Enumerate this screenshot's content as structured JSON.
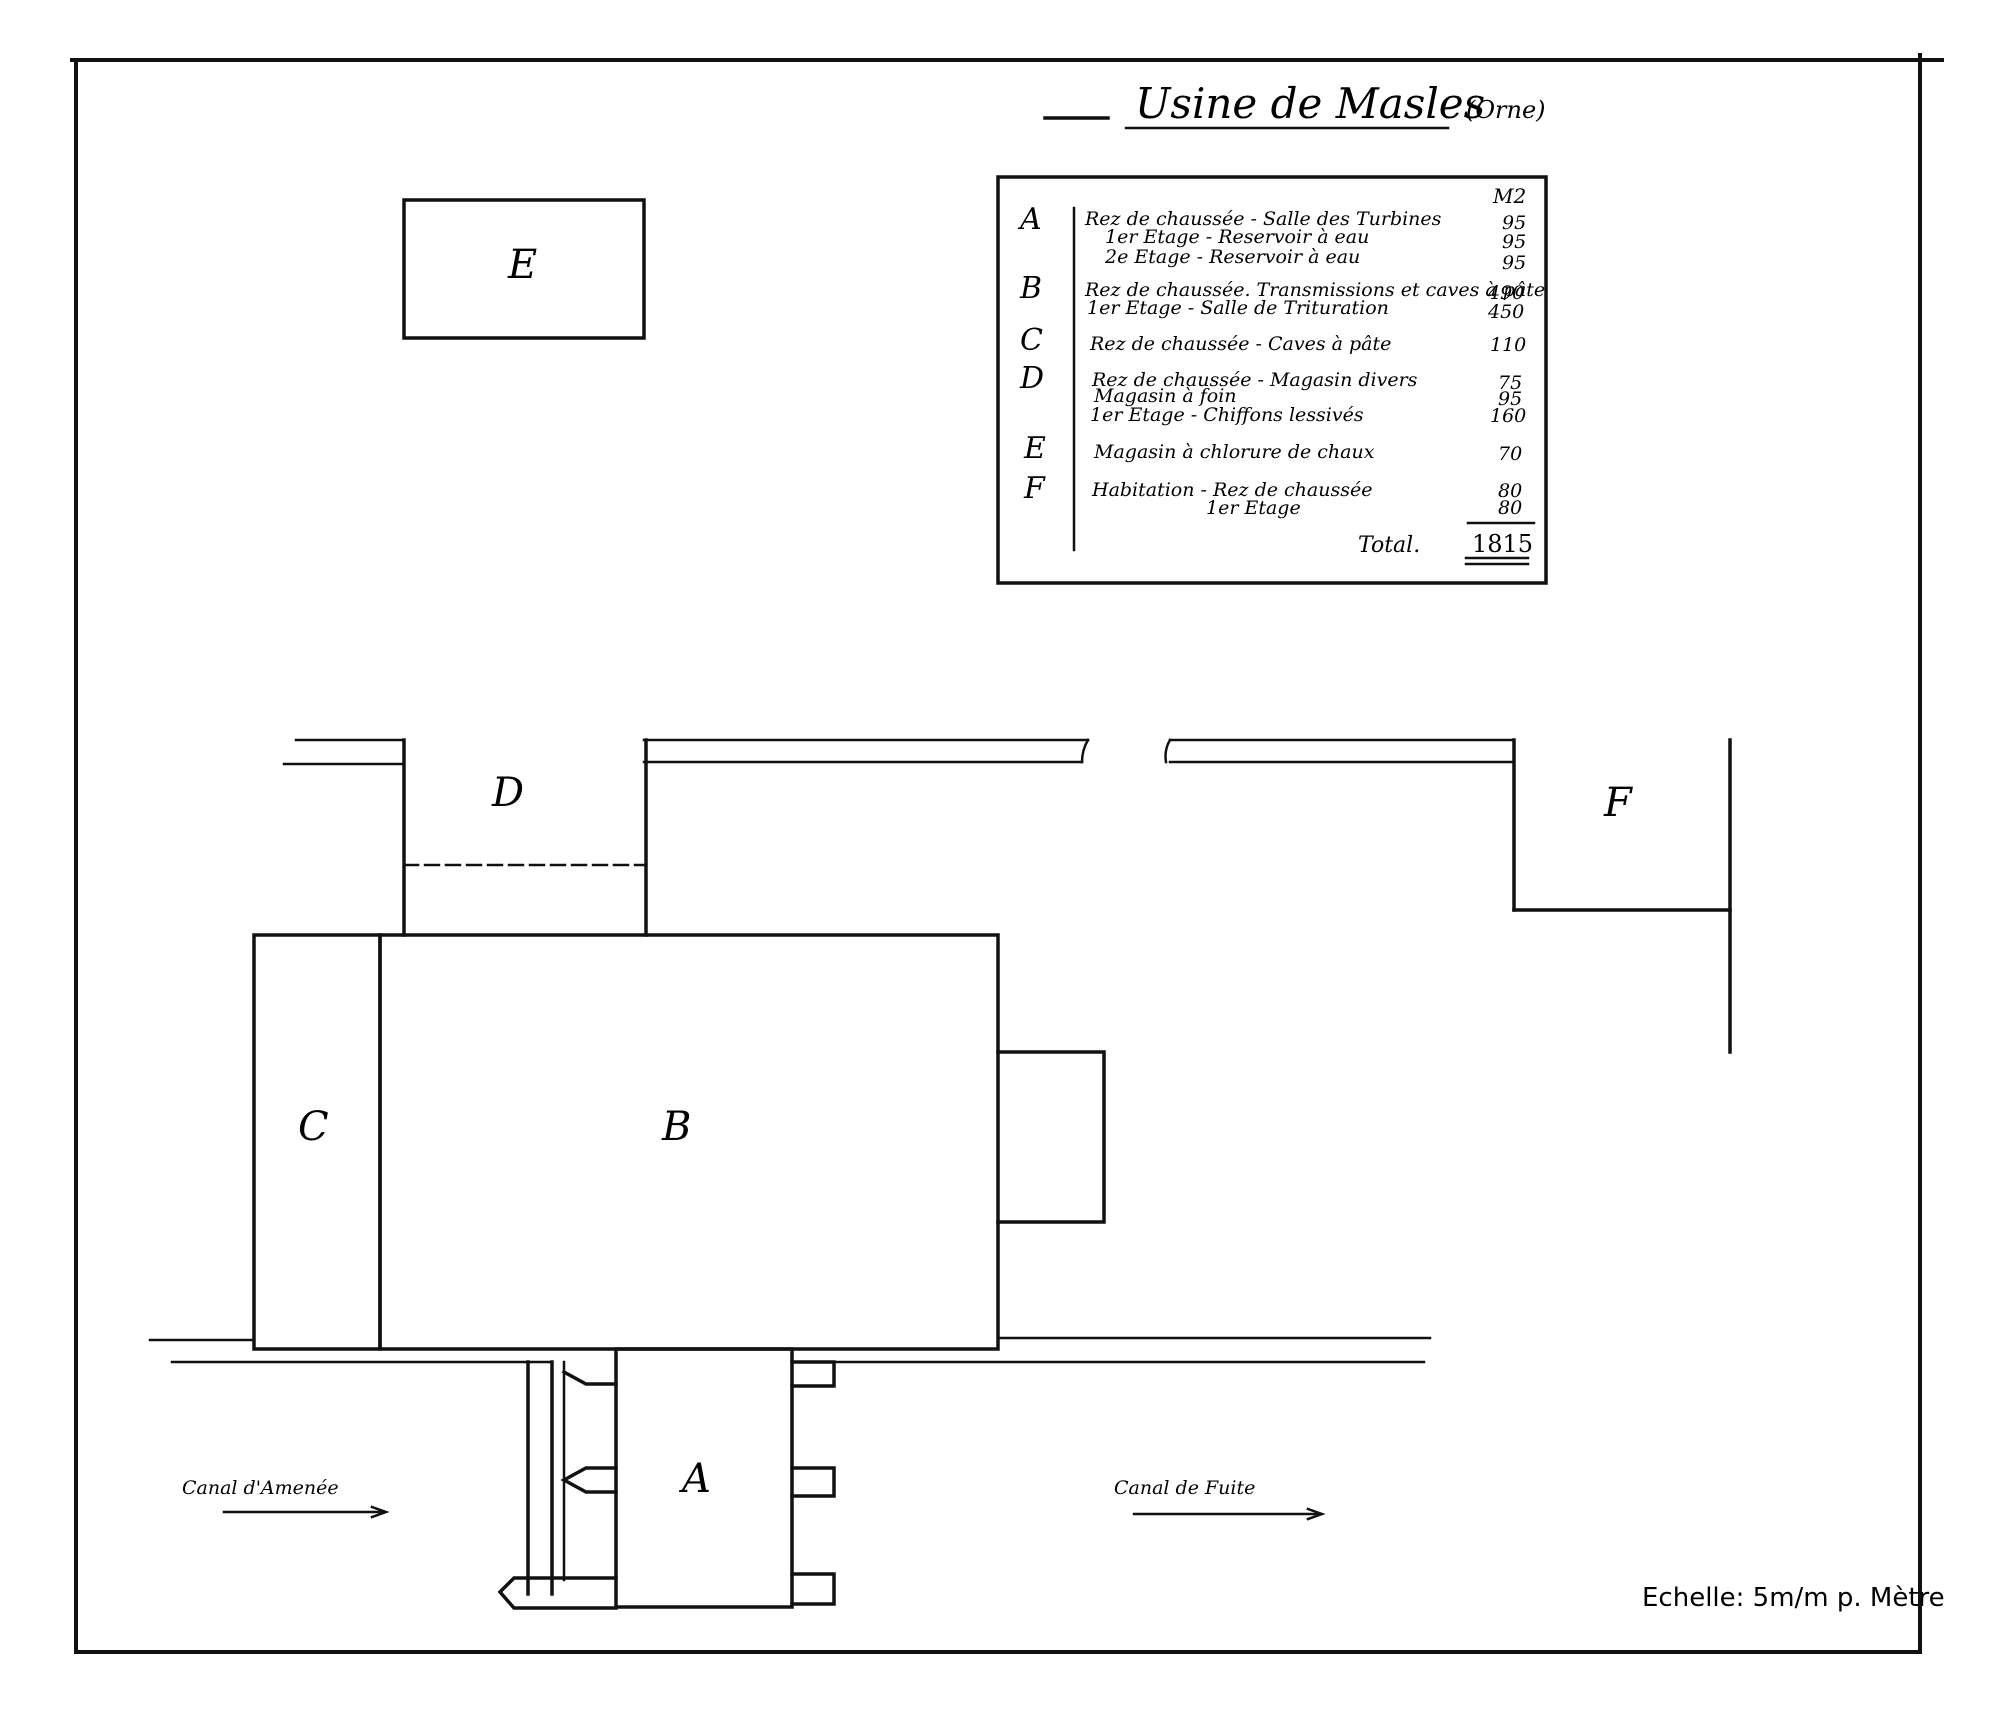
{
  "title": {
    "main": "Usine de Masles",
    "sub": "(Orne)"
  },
  "legend": {
    "unit_header": "M2",
    "groups": [
      {
        "letter": "A",
        "lines": [
          {
            "text": "Rez de chaussée - Salle des Turbines",
            "value": "95"
          },
          {
            "text": "1er Etage - Reservoir à eau",
            "value": "95"
          },
          {
            "text": "2e Etage - Reservoir à eau",
            "value": "95"
          }
        ]
      },
      {
        "letter": "B",
        "lines": [
          {
            "text": "Rez de chaussée. Transmissions et caves à pâte",
            "value": "490"
          },
          {
            "text": "1er Etage - Salle de Trituration",
            "value": "450"
          }
        ]
      },
      {
        "letter": "C",
        "lines": [
          {
            "text": "Rez de chaussée - Caves à pâte",
            "value": "110"
          }
        ]
      },
      {
        "letter": "D",
        "lines": [
          {
            "text": "Rez de chaussée - Magasin divers",
            "value": "75"
          },
          {
            "text": "Magasin à foin",
            "value": "95"
          },
          {
            "text": "1er Etage - Chiffons lessivés",
            "value": "160"
          }
        ]
      },
      {
        "letter": "E",
        "lines": [
          {
            "text": "Magasin à chlorure de chaux",
            "value": "70"
          }
        ]
      },
      {
        "letter": "F",
        "lines": [
          {
            "text": "Habitation - Rez de chaussée",
            "value": "80"
          },
          {
            "text": "1er Etage",
            "value": "80"
          }
        ]
      }
    ],
    "total_label": "Total.",
    "total_value": "1815"
  },
  "buildings": {
    "A": "A",
    "B": "B",
    "C": "C",
    "D": "D",
    "E": "E",
    "F": "F"
  },
  "canals": {
    "inflow": "Canal d'Amenée",
    "outflow": "Canal de Fuite"
  },
  "scale_text": "Echelle: 5m/m p. Mètre"
}
